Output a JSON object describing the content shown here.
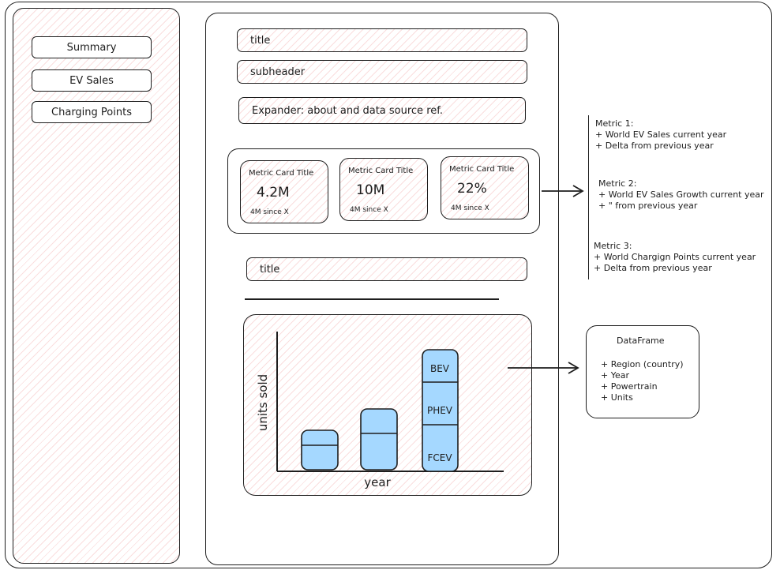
{
  "sidebar": {
    "items": [
      {
        "label": "Summary"
      },
      {
        "label": "EV Sales"
      },
      {
        "label": "Charging Points"
      }
    ]
  },
  "main": {
    "title": "title",
    "subheader": "subheader",
    "expander": "Expander: about and data source ref.",
    "metrics": [
      {
        "title": "Metric Card Title",
        "value": "4.2M",
        "delta": "4M since X"
      },
      {
        "title": "Metric Card Title",
        "value": "10M",
        "delta": "4M since X"
      },
      {
        "title": "Metric Card Title",
        "value": "22%",
        "delta": "4M since X"
      }
    ],
    "section_title": "title"
  },
  "chart_data": {
    "type": "bar",
    "stacked": true,
    "xlabel": "year",
    "ylabel": "units sold",
    "bar_count": 3,
    "segments": [
      "FCEV",
      "PHEV",
      "BEV"
    ],
    "segment_labels_shown_on_bar": 3,
    "bar_color": "#a5d8ff"
  },
  "annotations": {
    "metrics_notes": [
      {
        "heading": "Metric 1:",
        "lines": [
          "+ World EV Sales current year",
          "+ Delta from previous year"
        ]
      },
      {
        "heading": "Metric 2:",
        "lines": [
          "+ World EV Sales Growth current year",
          "+ \" from previous year"
        ]
      },
      {
        "heading": "Metric 3:",
        "lines": [
          "+ World Chargign Points current year",
          "+ Delta from previous year"
        ]
      }
    ],
    "dataframe": {
      "title": "DataFrame",
      "lines": [
        "+ Region (country)",
        "+ Year",
        "+ Powertrain",
        "+ Units"
      ]
    }
  },
  "colors": {
    "stroke": "#1e1e1e",
    "hatch": "#e03131",
    "bar_fill": "#a5d8ff"
  }
}
